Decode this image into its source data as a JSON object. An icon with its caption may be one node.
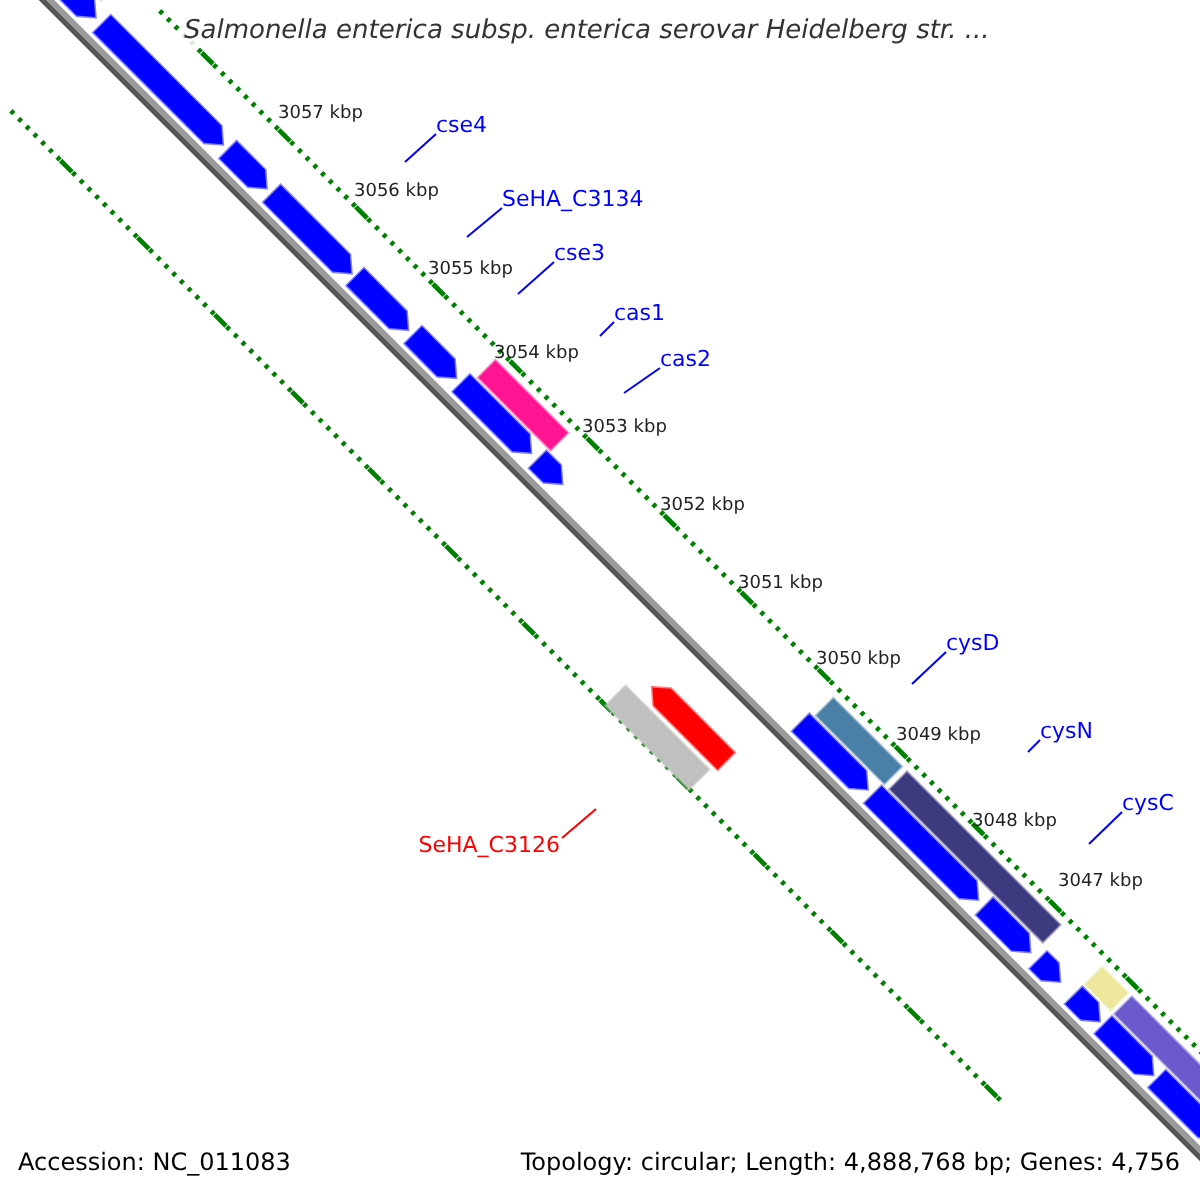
{
  "diagram": {
    "title": "Salmonella enterica subsp. enterica serovar Heidelberg str. ...",
    "nodes": [
      {
        "text": [
          "cse4"
        ]
      },
      {
        "text": [
          "SeHA_C3134"
        ]
      },
      {
        "text": [
          "cse3"
        ]
      },
      {
        "text": [
          "cas1"
        ]
      },
      {
        "text": [
          "cas2"
        ]
      },
      {
        "text": [
          "cysD"
        ]
      },
      {
        "text": [
          "cysN"
        ]
      },
      {
        "text": [
          "cysC"
        ]
      },
      {
        "text": [
          "SeHA_C3126"
        ]
      }
    ],
    "edges": [
      {
        "from": 0,
        "to": null,
        "arrow": "none"
      },
      {
        "from": 1,
        "to": null,
        "arrow": "none"
      },
      {
        "from": 2,
        "to": null,
        "arrow": "none"
      },
      {
        "from": 3,
        "to": null,
        "arrow": "none"
      },
      {
        "from": 4,
        "to": null,
        "arrow": "none"
      },
      {
        "from": 5,
        "to": null,
        "arrow": "none"
      },
      {
        "from": 6,
        "to": null,
        "arrow": "none"
      },
      {
        "from": 7,
        "to": null,
        "arrow": "none"
      },
      {
        "from": 8,
        "to": null,
        "arrow": "none",
        "color": "#ff0000"
      }
    ],
    "labels": [
      "3057 kbp",
      "3056 kbp",
      "3055 kbp",
      "3054 kbp",
      "3053 kbp",
      "3052 kbp",
      "3051 kbp",
      "3050 kbp",
      "3049 kbp",
      "3048 kbp",
      "3047 kbp",
      "Accession: NC_011083",
      "Topology: circular; Length: 4,888,768 bp; Genes: 4,756"
    ]
  }
}
